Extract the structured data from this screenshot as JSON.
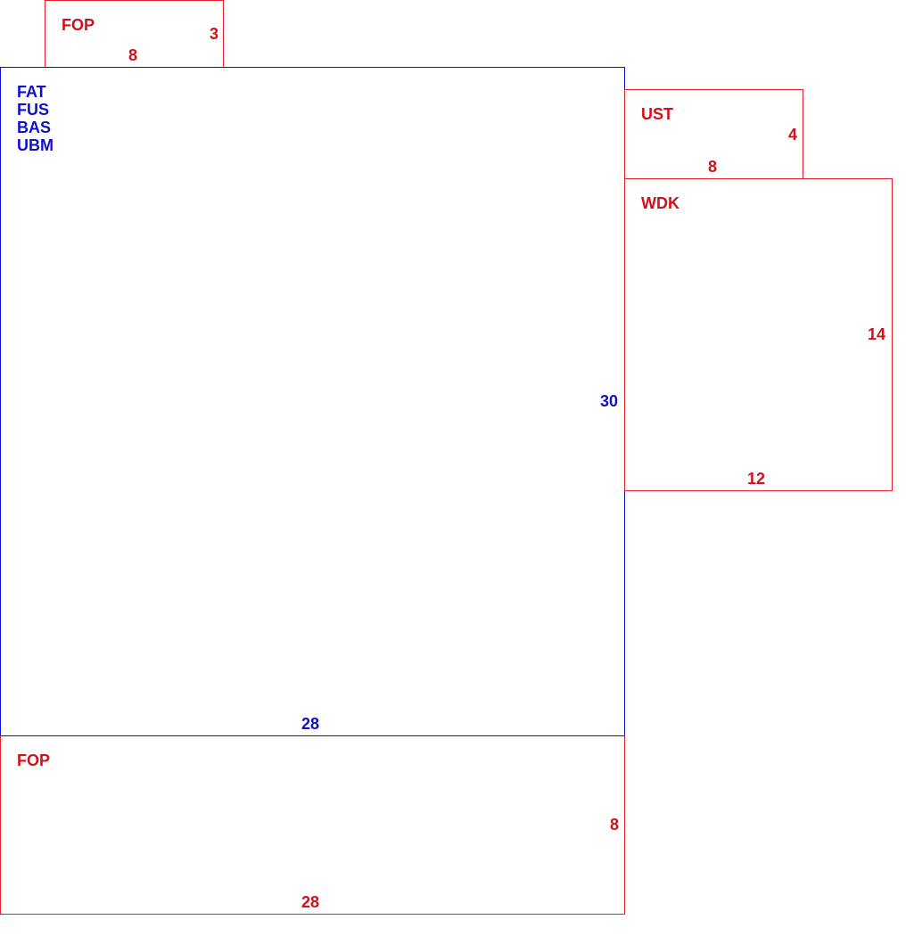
{
  "colors": {
    "red": "#e8202a",
    "blue": "#1010d0"
  },
  "blocks": {
    "fop_top": {
      "name": "FOP",
      "width": "8",
      "height": "3"
    },
    "main": {
      "names": [
        "FAT",
        "FUS",
        "BAS",
        "UBM"
      ],
      "width": "28",
      "height": "30"
    },
    "ust": {
      "name": "UST",
      "width": "8",
      "height": "4"
    },
    "wdk": {
      "name": "WDK",
      "width": "12",
      "height": "14"
    },
    "fop_bottom": {
      "name": "FOP",
      "width": "28",
      "height": "8"
    }
  }
}
